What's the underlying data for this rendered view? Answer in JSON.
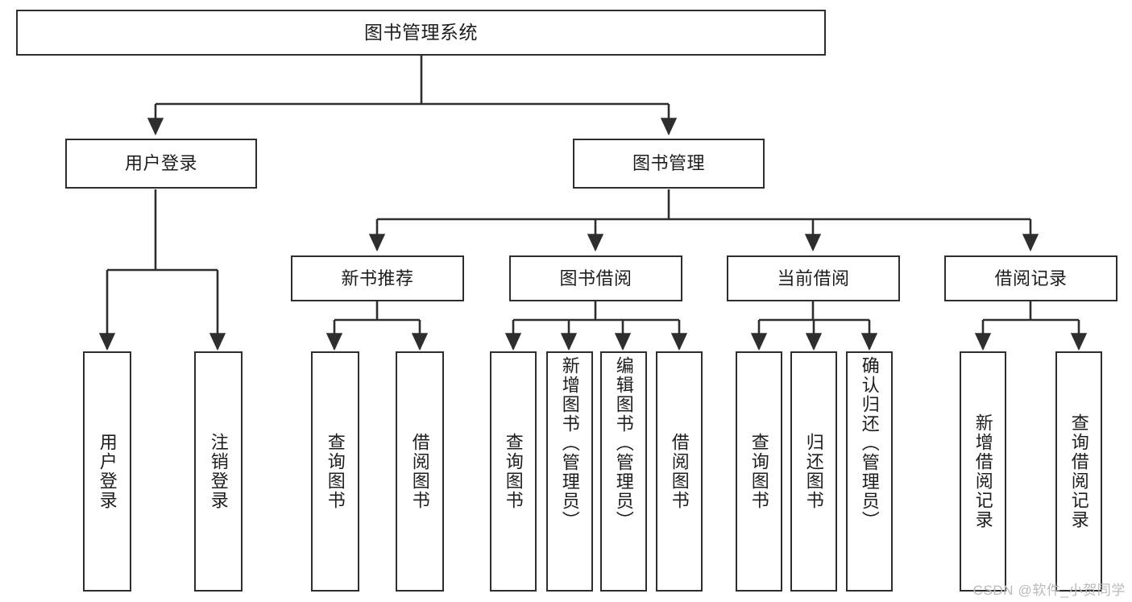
{
  "diagram": {
    "title": "图书管理系统",
    "watermark": "CSDN @软件_小贺同学",
    "colors": {
      "stroke": "#2e2e2e",
      "fill": "#ffffff",
      "text": "#1d1d1d",
      "watermark": "#b9b9b9"
    },
    "nodes": {
      "root": {
        "label": "图书管理系统",
        "orientation": "horizontal"
      },
      "level1": [
        {
          "id": "user-login",
          "label": "用户登录",
          "orientation": "horizontal"
        },
        {
          "id": "book-manage",
          "label": "图书管理",
          "orientation": "horizontal"
        }
      ],
      "level2": [
        {
          "id": "new-book-recommend",
          "label": "新书推荐",
          "orientation": "horizontal"
        },
        {
          "id": "book-borrow",
          "label": "图书借阅",
          "orientation": "horizontal"
        },
        {
          "id": "current-borrow",
          "label": "当前借阅",
          "orientation": "horizontal"
        },
        {
          "id": "borrow-record",
          "label": "借阅记录",
          "orientation": "horizontal"
        }
      ],
      "leaves": {
        "user-login": [
          {
            "id": "leaf-user-login",
            "label": "用户登录",
            "orientation": "vertical"
          },
          {
            "id": "leaf-logout",
            "label": "注销登录",
            "orientation": "vertical"
          }
        ],
        "new-book-recommend": [
          {
            "id": "leaf-query-book-1",
            "label": "查询图书",
            "orientation": "vertical"
          },
          {
            "id": "leaf-borrow-book-1",
            "label": "借阅图书",
            "orientation": "vertical"
          }
        ],
        "book-borrow": [
          {
            "id": "leaf-query-book-2",
            "label": "查询图书",
            "orientation": "vertical"
          },
          {
            "id": "leaf-add-book",
            "label": "新增图书（管理员）",
            "orientation": "vertical"
          },
          {
            "id": "leaf-edit-book",
            "label": "编辑图书（管理员）",
            "orientation": "vertical"
          },
          {
            "id": "leaf-borrow-book-2",
            "label": "借阅图书",
            "orientation": "vertical"
          }
        ],
        "current-borrow": [
          {
            "id": "leaf-query-book-3",
            "label": "查询图书",
            "orientation": "vertical"
          },
          {
            "id": "leaf-return-book",
            "label": "归还图书",
            "orientation": "vertical"
          },
          {
            "id": "leaf-confirm-return",
            "label": "确认归还（管理员）",
            "orientation": "vertical"
          }
        ],
        "borrow-record": [
          {
            "id": "leaf-add-record",
            "label": "新增借阅记录",
            "orientation": "vertical"
          },
          {
            "id": "leaf-query-record",
            "label": "查询借阅记录",
            "orientation": "vertical"
          }
        ]
      }
    }
  }
}
